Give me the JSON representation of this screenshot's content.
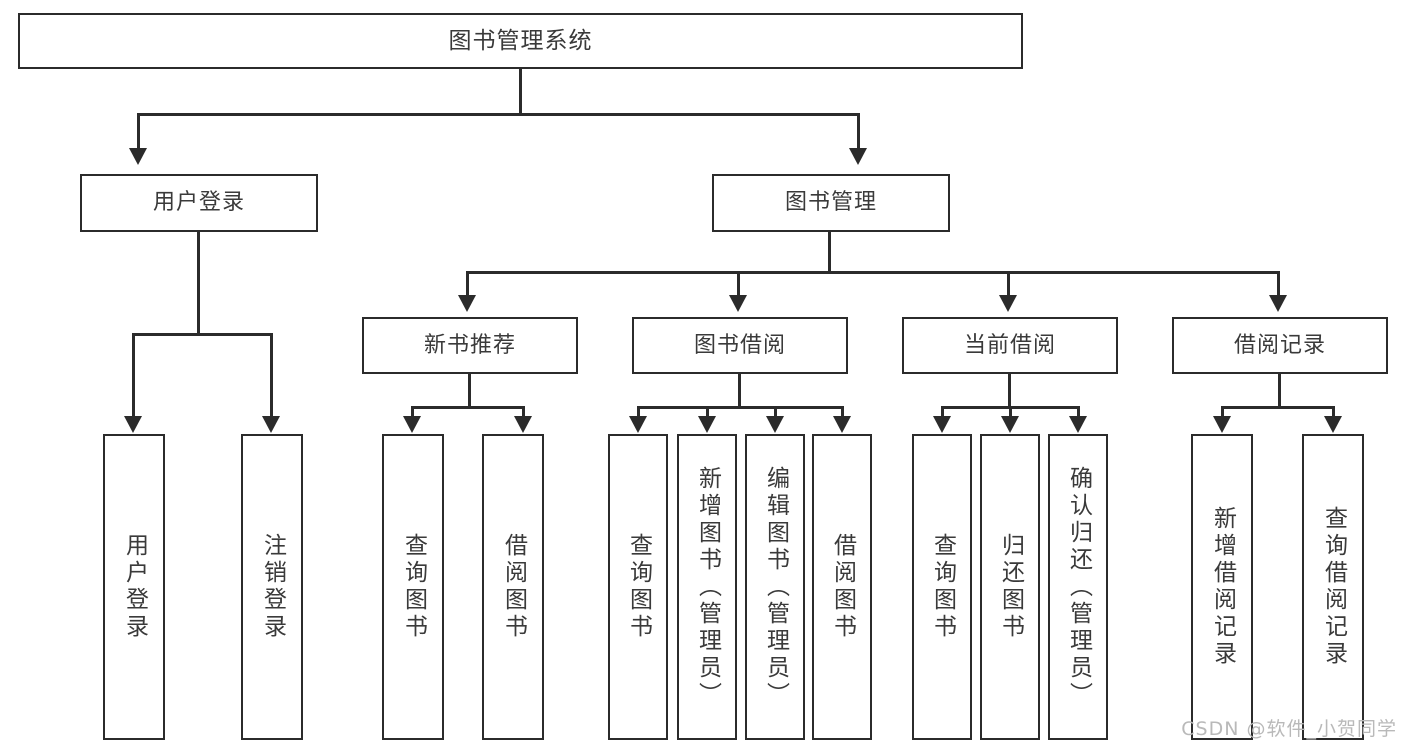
{
  "diagram": {
    "title": "图书管理系统",
    "type": "tree-hierarchy-chart",
    "watermark": "CSDN @软件_小贺同学",
    "colors": {
      "stroke": "#2b2b2b",
      "text": "#3a3a3a",
      "background": "#ffffff",
      "watermark": "#b9b9b9"
    }
  },
  "nodes": {
    "root": {
      "label": "图书管理系统"
    },
    "level1": [
      {
        "id": "user-login",
        "label": "用户登录"
      },
      {
        "id": "book-management",
        "label": "图书管理"
      }
    ],
    "level2": [
      {
        "id": "new-book-recommend",
        "label": "新书推荐"
      },
      {
        "id": "book-borrow",
        "label": "图书借阅"
      },
      {
        "id": "current-borrow",
        "label": "当前借阅"
      },
      {
        "id": "borrow-record",
        "label": "借阅记录"
      }
    ],
    "leaves": {
      "user-login": [
        {
          "id": "leaf-user-login",
          "label": "用户登录"
        },
        {
          "id": "leaf-logout",
          "label": "注销登录"
        }
      ],
      "new-book-recommend": [
        {
          "id": "leaf-query-book-1",
          "label": "查询图书"
        },
        {
          "id": "leaf-borrow-book-1",
          "label": "借阅图书"
        }
      ],
      "book-borrow": [
        {
          "id": "leaf-query-book-2",
          "label": "查询图书"
        },
        {
          "id": "leaf-add-book",
          "label": "新增图书（管理员）"
        },
        {
          "id": "leaf-edit-book",
          "label": "编辑图书（管理员）"
        },
        {
          "id": "leaf-borrow-book-2",
          "label": "借阅图书"
        }
      ],
      "current-borrow": [
        {
          "id": "leaf-query-book-3",
          "label": "查询图书"
        },
        {
          "id": "leaf-return-book",
          "label": "归还图书"
        },
        {
          "id": "leaf-confirm-return",
          "label": "确认归还（管理员）"
        }
      ],
      "borrow-record": [
        {
          "id": "leaf-add-record",
          "label": "新增借阅记录"
        },
        {
          "id": "leaf-query-record",
          "label": "查询借阅记录"
        }
      ]
    }
  }
}
